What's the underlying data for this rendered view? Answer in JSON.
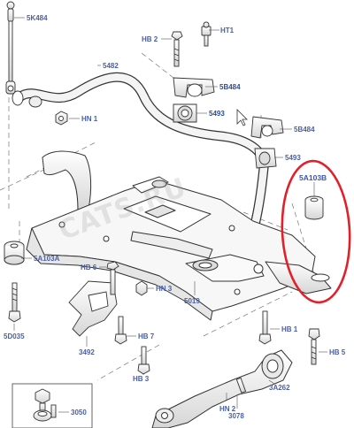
{
  "callouts": {
    "c5K484": "5K484",
    "cHT1": "HT1",
    "cHB2": "HB 2",
    "c5482": "5482",
    "c5B484a": "5B484",
    "cHN1": "HN 1",
    "c5493a": "5493",
    "c5B484b": "5B484",
    "c5493b": "5493",
    "c5A103B": "5A103B",
    "c5A103A": "5A103A",
    "cHB6": "HB 6",
    "cHN3": "HN 3",
    "c5019": "5019",
    "c5D035": "5D035",
    "cHB7": "HB 7",
    "c3492": "3492",
    "cHB1": "HB 1",
    "cHB5": "HB 5",
    "cHB3": "HB 3",
    "c3A262": "3A262",
    "cHN2": "HN 2",
    "c3078": "3078",
    "c3050": "3050"
  },
  "watermark": "CATS.RU",
  "highlight_color": "#e2202a",
  "callout_color": "#4a5fa8"
}
